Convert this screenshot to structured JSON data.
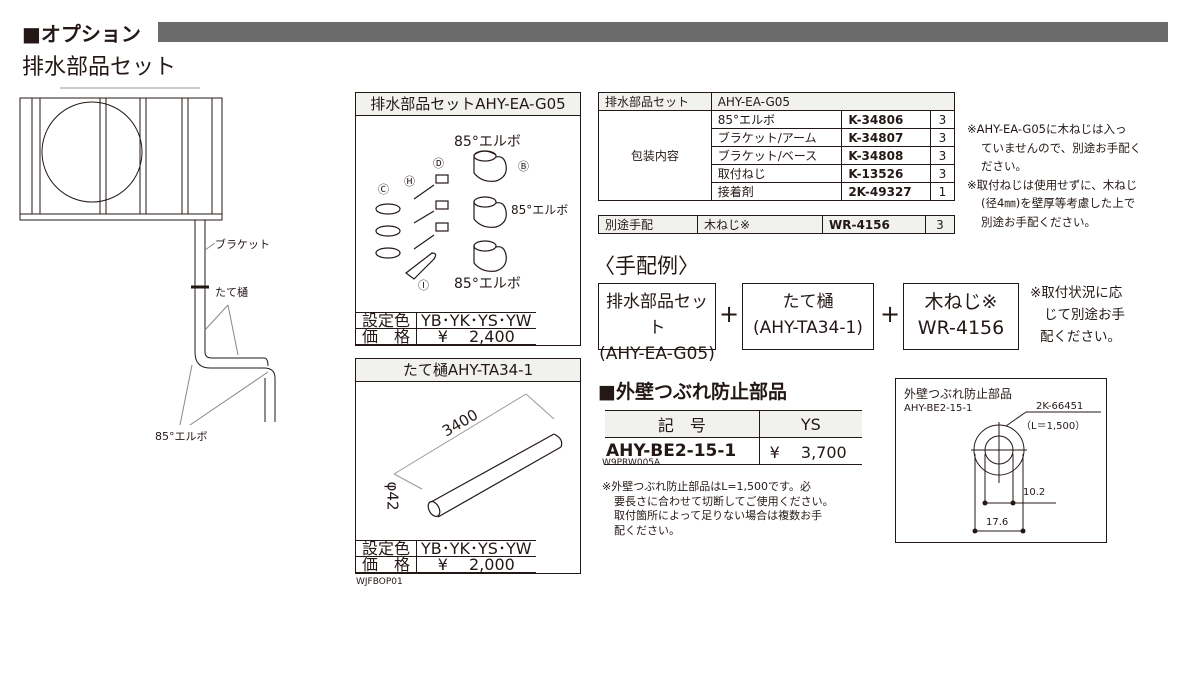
{
  "section": {
    "title": "■オプション",
    "subtitle": "排水部品セット"
  },
  "illustration": {
    "labels": {
      "bracket": "ブラケット",
      "downpipe": "たて樋",
      "elbow": "85°エルボ"
    }
  },
  "set_card": {
    "title": "排水部品セットAHY-EA-G05",
    "labels": {
      "elbow_top": "85°エルボ",
      "elbow_mid": "85°エルボ",
      "elbow_bottom": "85°エルボ",
      "B": "Ⓑ",
      "C": "Ⓒ",
      "D": "Ⓓ",
      "H": "Ⓗ",
      "I": "Ⓘ"
    },
    "color_label": "設定色",
    "colors": "YB･YK･YS･YW",
    "price_label": "価　格",
    "price": "¥　 2,400"
  },
  "pipe_card": {
    "title": "たて樋AHY-TA34-1",
    "length": "3400",
    "diameter": "φ42",
    "color_label": "設定色",
    "colors": "YB･YK･YS･YW",
    "price_label": "価　格",
    "price": "¥　 2,000",
    "code": "WJFBOP01"
  },
  "contents_table": {
    "header": {
      "label": "排水部品セット",
      "value": "AHY-EA-G05"
    },
    "group_label": "包装内容",
    "rows": [
      {
        "name": "85°エルボ",
        "code": "K-34806",
        "qty": "3"
      },
      {
        "name": "ブラケット/アーム",
        "code": "K-34807",
        "qty": "3"
      },
      {
        "name": "ブラケット/ベース",
        "code": "K-34808",
        "qty": "3"
      },
      {
        "name": "取付ねじ",
        "code": "K-13526",
        "qty": "3"
      },
      {
        "name": "接着剤",
        "code": "2K-49327",
        "qty": "1"
      }
    ],
    "separate": {
      "label": "別途手配",
      "name": "木ねじ※",
      "code": "WR-4156",
      "qty": "3"
    }
  },
  "notes": [
    "※AHY-EA-G05に木ねじは入っ",
    "ていませんので、別途お手配く",
    "ださい。",
    "※取付ねじは使用せずに、木ねじ",
    "(径4㎜)を壁厚等考慮した上で",
    "別途お手配ください。"
  ],
  "order_example": {
    "title": "〈手配例〉",
    "items": [
      {
        "line1": "排水部品セット",
        "line2": "(AHY-EA-G05)"
      },
      {
        "line1": "たて樋",
        "line2": "(AHY-TA34-1)"
      },
      {
        "line1": "木ねじ※",
        "line2": "WR-4156"
      }
    ],
    "plus": "+",
    "note": [
      "※取付状況に応",
      "じて別途お手",
      "配ください。"
    ]
  },
  "protector": {
    "title": "■外壁つぶれ防止部品",
    "table": {
      "headers": [
        "記　号",
        "YS"
      ],
      "model": "AHY-BE2-15-1",
      "price": "¥　 3,700"
    },
    "code": "W9PRW005A",
    "note": [
      "※外壁つぶれ防止部品はL=1,500です。必",
      "要長さに合わせて切断してご使用ください。",
      "取付箇所によって足りない場合は複数お手",
      "配ください。"
    ],
    "diagram": {
      "title": "外壁つぶれ防止部品",
      "model": "AHY-BE2-15-1",
      "part": "2K-66451",
      "length": "（L＝1,500）",
      "dim_inner": "10.2",
      "dim_outer": "17.6"
    }
  }
}
